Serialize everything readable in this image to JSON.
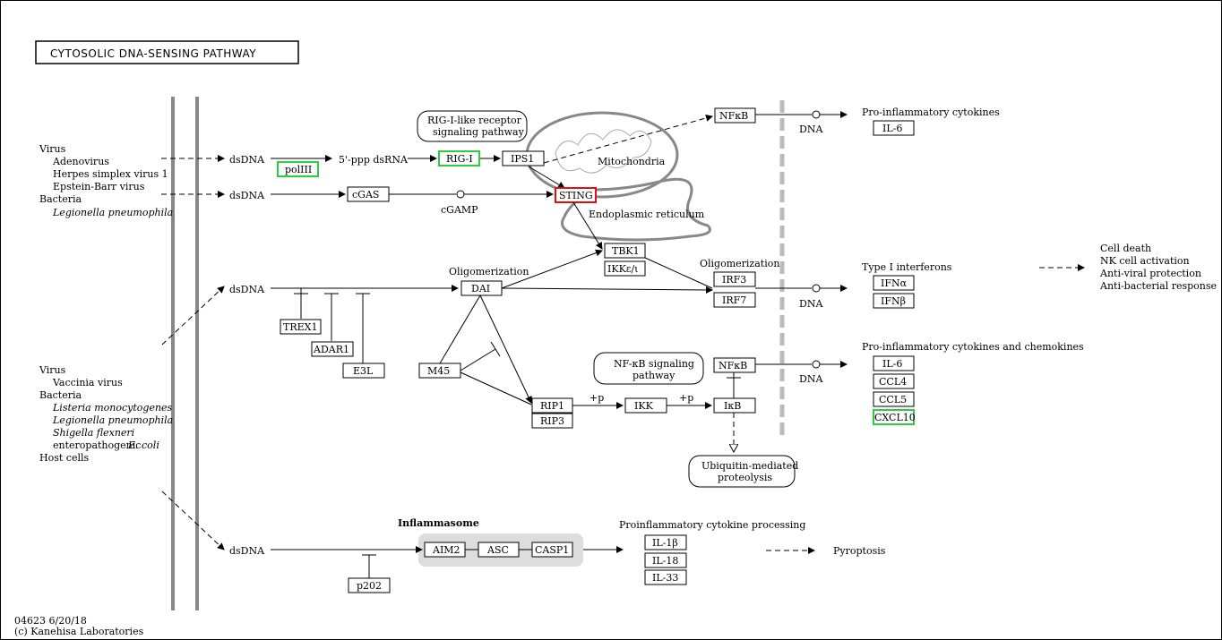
{
  "title": "CYTOSOLIC DNA-SENSING PATHWAY",
  "footer": {
    "id_date": "04623 6/20/18",
    "copyright": "(c) Kanehisa Laboratories"
  },
  "pathogens_top": {
    "virus": "Virus",
    "adenovirus": "Adenovirus",
    "hsv1": "Herpes simplex virus 1",
    "ebv": "Epstein-Barr virus",
    "bacteria": "Bacteria",
    "legionella": "Legionella pneumophila"
  },
  "pathogens_bottom": {
    "virus": "Virus",
    "vaccinia": "Vaccinia virus",
    "bacteria": "Bacteria",
    "listeria": "Listeria monocytogenes",
    "legionella": "Legionella pneumophila",
    "shigella": "Shigella flexneri",
    "ecoli_prefix": "enteropathogenic",
    "ecoli": "E. coli",
    "host": "Host cells"
  },
  "labels": {
    "dsdna": "dsDNA",
    "ppp_dsrna": "5'-ppp dsRNA",
    "cgamp": "cGAMP",
    "rig_path_1": "RIG-I-like receptor",
    "rig_path_2": "signaling pathway",
    "mitochondria": "Mitochondria",
    "er": "Endoplasmic reticulum",
    "oligo": "Oligomerization",
    "dna": "DNA",
    "plus_p": "+p",
    "nfkb_path_1": "NF-κB signaling",
    "nfkb_path_2": "pathway",
    "ubiq_1": "Ubiquitin-mediated",
    "ubiq_2": "proteolysis",
    "inflammasome": "Inflammasome",
    "pro_cyt": "Pro-inflammatory cytokines",
    "type1_ifn": "Type I interferons",
    "pro_cyt_chem": "Pro-inflammatory cytokines and chemokines",
    "proinf_proc": "Proinflammatory cytokine processing",
    "pyroptosis": "Pyroptosis",
    "cell_death": "Cell death",
    "nk": "NK cell activation",
    "antiviral": "Anti-viral protection",
    "antibacterial": "Anti-bacterial response"
  },
  "genes": {
    "polIII": "polIII",
    "rigi": "RIG-I",
    "ips1": "IPS1",
    "cgas": "cGAS",
    "sting": "STING",
    "nfkb_top": "NFκB",
    "il6_top": "IL-6",
    "tbk1": "TBK1",
    "ikke": "IKKε/ι",
    "dai": "DAI",
    "irf3": "IRF3",
    "irf7": "IRF7",
    "ifna": "IFNα",
    "ifnb": "IFNβ",
    "trex1": "TREX1",
    "adar1": "ADAR1",
    "e3l": "E3L",
    "m45": "M45",
    "rip1": "RIP1",
    "rip3": "RIP3",
    "ikk": "IKK",
    "nfkb_mid": "NFκB",
    "ikb": "IκB",
    "il6_mid": "IL-6",
    "ccl4": "CCL4",
    "ccl5": "CCL5",
    "cxcl10": "CXCL10",
    "aim2": "AIM2",
    "asc": "ASC",
    "casp1": "CASP1",
    "p202": "p202",
    "il1b": "IL-1β",
    "il18": "IL-18",
    "il33": "IL-33"
  },
  "highlight_colors": {
    "green": "#2ecc40",
    "red": "#e01010"
  }
}
